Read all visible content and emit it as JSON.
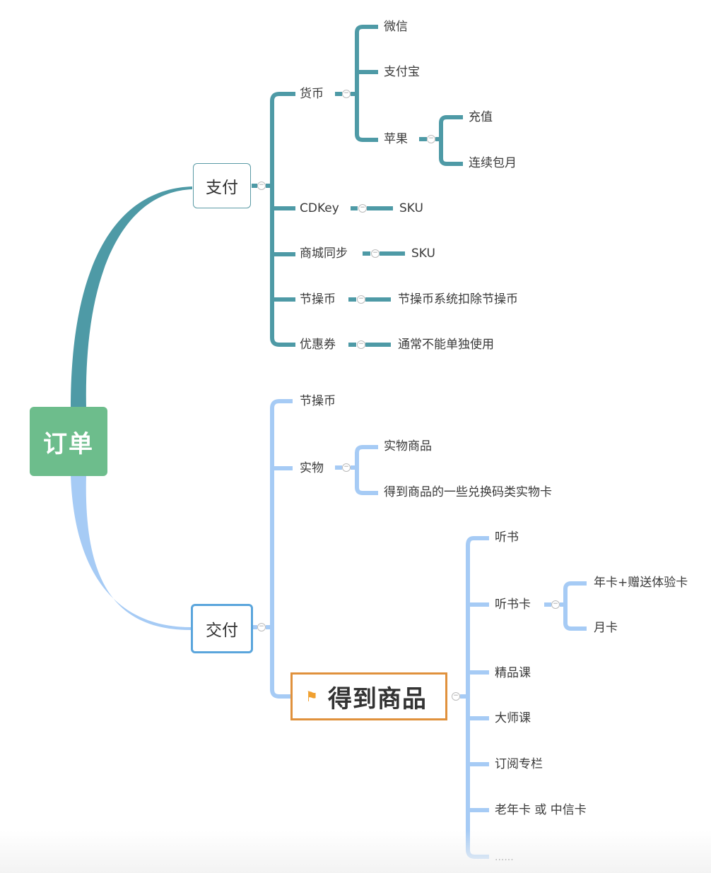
{
  "root": {
    "label": "订单",
    "color": "#6dbd8c"
  },
  "colors": {
    "pay_branch": "#4e9aa6",
    "deliver_branch": "#a6cbf5",
    "featured_border": "#e0913c",
    "flag": "#f0a030"
  },
  "pay": {
    "label": "支付",
    "children": {
      "currency": {
        "label": "货币",
        "children": {
          "wechat": "微信",
          "alipay": "支付宝",
          "apple": {
            "label": "苹果",
            "children": {
              "recharge": "充值",
              "monthly": "连续包月"
            }
          }
        }
      },
      "cdkey": {
        "label": "CDKey",
        "child": "SKU"
      },
      "mall_sync": {
        "label": "商城同步",
        "child": "SKU"
      },
      "coin": {
        "label": "节操币",
        "child": "节操币系统扣除节操币"
      },
      "coupon": {
        "label": "优惠券",
        "child": "通常不能单独使用"
      }
    }
  },
  "deliver": {
    "label": "交付",
    "children": {
      "coin": {
        "label": "节操币"
      },
      "physical": {
        "label": "实物",
        "children": {
          "goods": "实物商品",
          "card": "得到商品的一些兑换码类实物卡"
        }
      },
      "dedao": {
        "label": "得到商品",
        "icon": "flag-icon",
        "children": {
          "audiobook": "听书",
          "audiobook_card": {
            "label": "听书卡",
            "children": {
              "yearly": "年卡+赠送体验卡",
              "monthly": "月卡"
            }
          },
          "premium_course": "精品课",
          "master_course": "大师课",
          "subscription": "订阅专栏",
          "old_card": "老年卡 或 中信卡",
          "more": "......"
        }
      }
    }
  },
  "toggle_symbol": "−"
}
